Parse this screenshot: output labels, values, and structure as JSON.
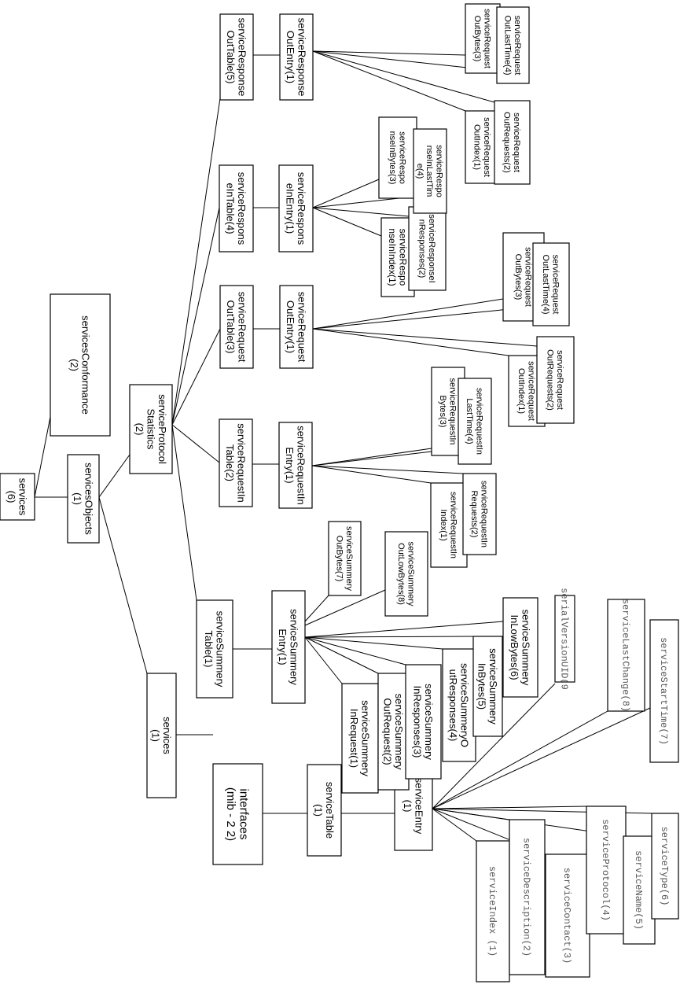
{
  "nodes": {
    "services6": [
      "services",
      "(6)"
    ],
    "servicesConformance": [
      "servicesConformance",
      "(2)"
    ],
    "servicesObjects": [
      "servicesObjects",
      "(1)"
    ],
    "serviceProtocolStatistics": [
      "serviceProtocol",
      "Statistics",
      "(2)"
    ],
    "servicesLeft": [
      "services",
      "(1)"
    ],
    "interfaces": [
      "interfaces",
      "(mib - 2 2)"
    ],
    "serviceTable": [
      "serviceTable",
      "(1)"
    ],
    "serviceEntry": [
      "serviceEntry",
      "(1)"
    ],
    "serviceIndex": [
      "serviceIndex (1)"
    ],
    "serviceDescription": [
      "serviceDescription(2)"
    ],
    "serviceContact": [
      "serviceContact(3)"
    ],
    "serviceProtocol": [
      "serviceProtocol(4)"
    ],
    "serviceName": [
      "serviceName(5)"
    ],
    "serviceType": [
      "serviceType(6)"
    ],
    "serviceStartTime": [
      "serviceStartTime(7)"
    ],
    "serviceLastChange": [
      "serviceLastChange(8)"
    ],
    "serialVersionUID": [
      "serialVersionUID(9"
    ],
    "serviceSummeryTable": [
      "serviceSummery",
      "Table(1)"
    ],
    "serviceSummeryEntry": [
      "serviceSummery",
      "Entry(1)"
    ],
    "ssInRequest": [
      "serviceSummery",
      "InRequest(1)"
    ],
    "ssOutRequest": [
      "serviceSummery",
      "OutRequest(2)"
    ],
    "ssInResponses": [
      "serviceSummery",
      "InResponses(3)"
    ],
    "ssOutResponses": [
      "serviceSummeryO",
      "utResponses(4)"
    ],
    "ssInBytes": [
      "serviceSummery",
      "InBytes(5)"
    ],
    "ssInLowBytes": [
      "serviceSummery",
      "InLowBytes(6)"
    ],
    "ssOutBytes": [
      "serviceSummery",
      "OutBytes(7)"
    ],
    "ssOutLowBytes": [
      "serviceSummery",
      "OutLowBytes(8)"
    ],
    "serviceRequestInTable": [
      "serviceRequestIn",
      "Table(2)"
    ],
    "serviceRequestInEntry": [
      "serviceRequestIn",
      "Entry(1)"
    ],
    "rqInIndex": [
      "serviceRequestIn",
      "Index(1)"
    ],
    "rqInRequests": [
      "serviceRequestIn",
      "Requests(2)"
    ],
    "rqInBytes": [
      "serviceRequestIn",
      "Bytes(3)"
    ],
    "rqInLastTime": [
      "serviceRequestIn",
      "LastTime(4)"
    ],
    "serviceRequestOutTable": [
      "serviceRequest",
      "OutTable(3)"
    ],
    "serviceRequestOutEntry": [
      "serviceRequest",
      "OutEntry(1)"
    ],
    "rqOutIndex": [
      "serviceRequest",
      "OutIndex(1)"
    ],
    "rqOutRequests": [
      "serviceRequest",
      "OutRequests(2)"
    ],
    "rqOutBytes": [
      "serviceRequest",
      "OutBytes(3)"
    ],
    "rqOutLastTime": [
      "serviceRequest",
      "OutLastTime(4)"
    ],
    "serviceResponseInTable": [
      "serviceRespons",
      "eInTable(4)"
    ],
    "serviceResponseInEntry": [
      "serviceRespons",
      "eInEntry(1)"
    ],
    "rsInIndex": [
      "serviceRespo",
      "nseInIndex(1)"
    ],
    "rsInResponses": [
      "serviceResponseI",
      "nResponses(2)"
    ],
    "rsInBytes": [
      "serviceRespo",
      "nseInBytes(3)"
    ],
    "rsInLastTime": [
      "serviceRespo",
      "nseInLastTim",
      "e(4)"
    ],
    "serviceResponseOutTable": [
      "serviceResponse",
      "OutTable(5)"
    ],
    "serviceResponseOutEntry": [
      "serviceResponse",
      "OutEntry(1)"
    ],
    "rsOutIndex": [
      "serviceRequest",
      "OutIndex(1)"
    ],
    "rsOutRequests": [
      "serviceRequest",
      "OutRequests(2)"
    ],
    "rsOutBytes": [
      "serviceRequest",
      "OutBytes(3)"
    ],
    "rsOutLastTime": [
      "serviceRequest",
      "OutLastTime(4)"
    ]
  }
}
